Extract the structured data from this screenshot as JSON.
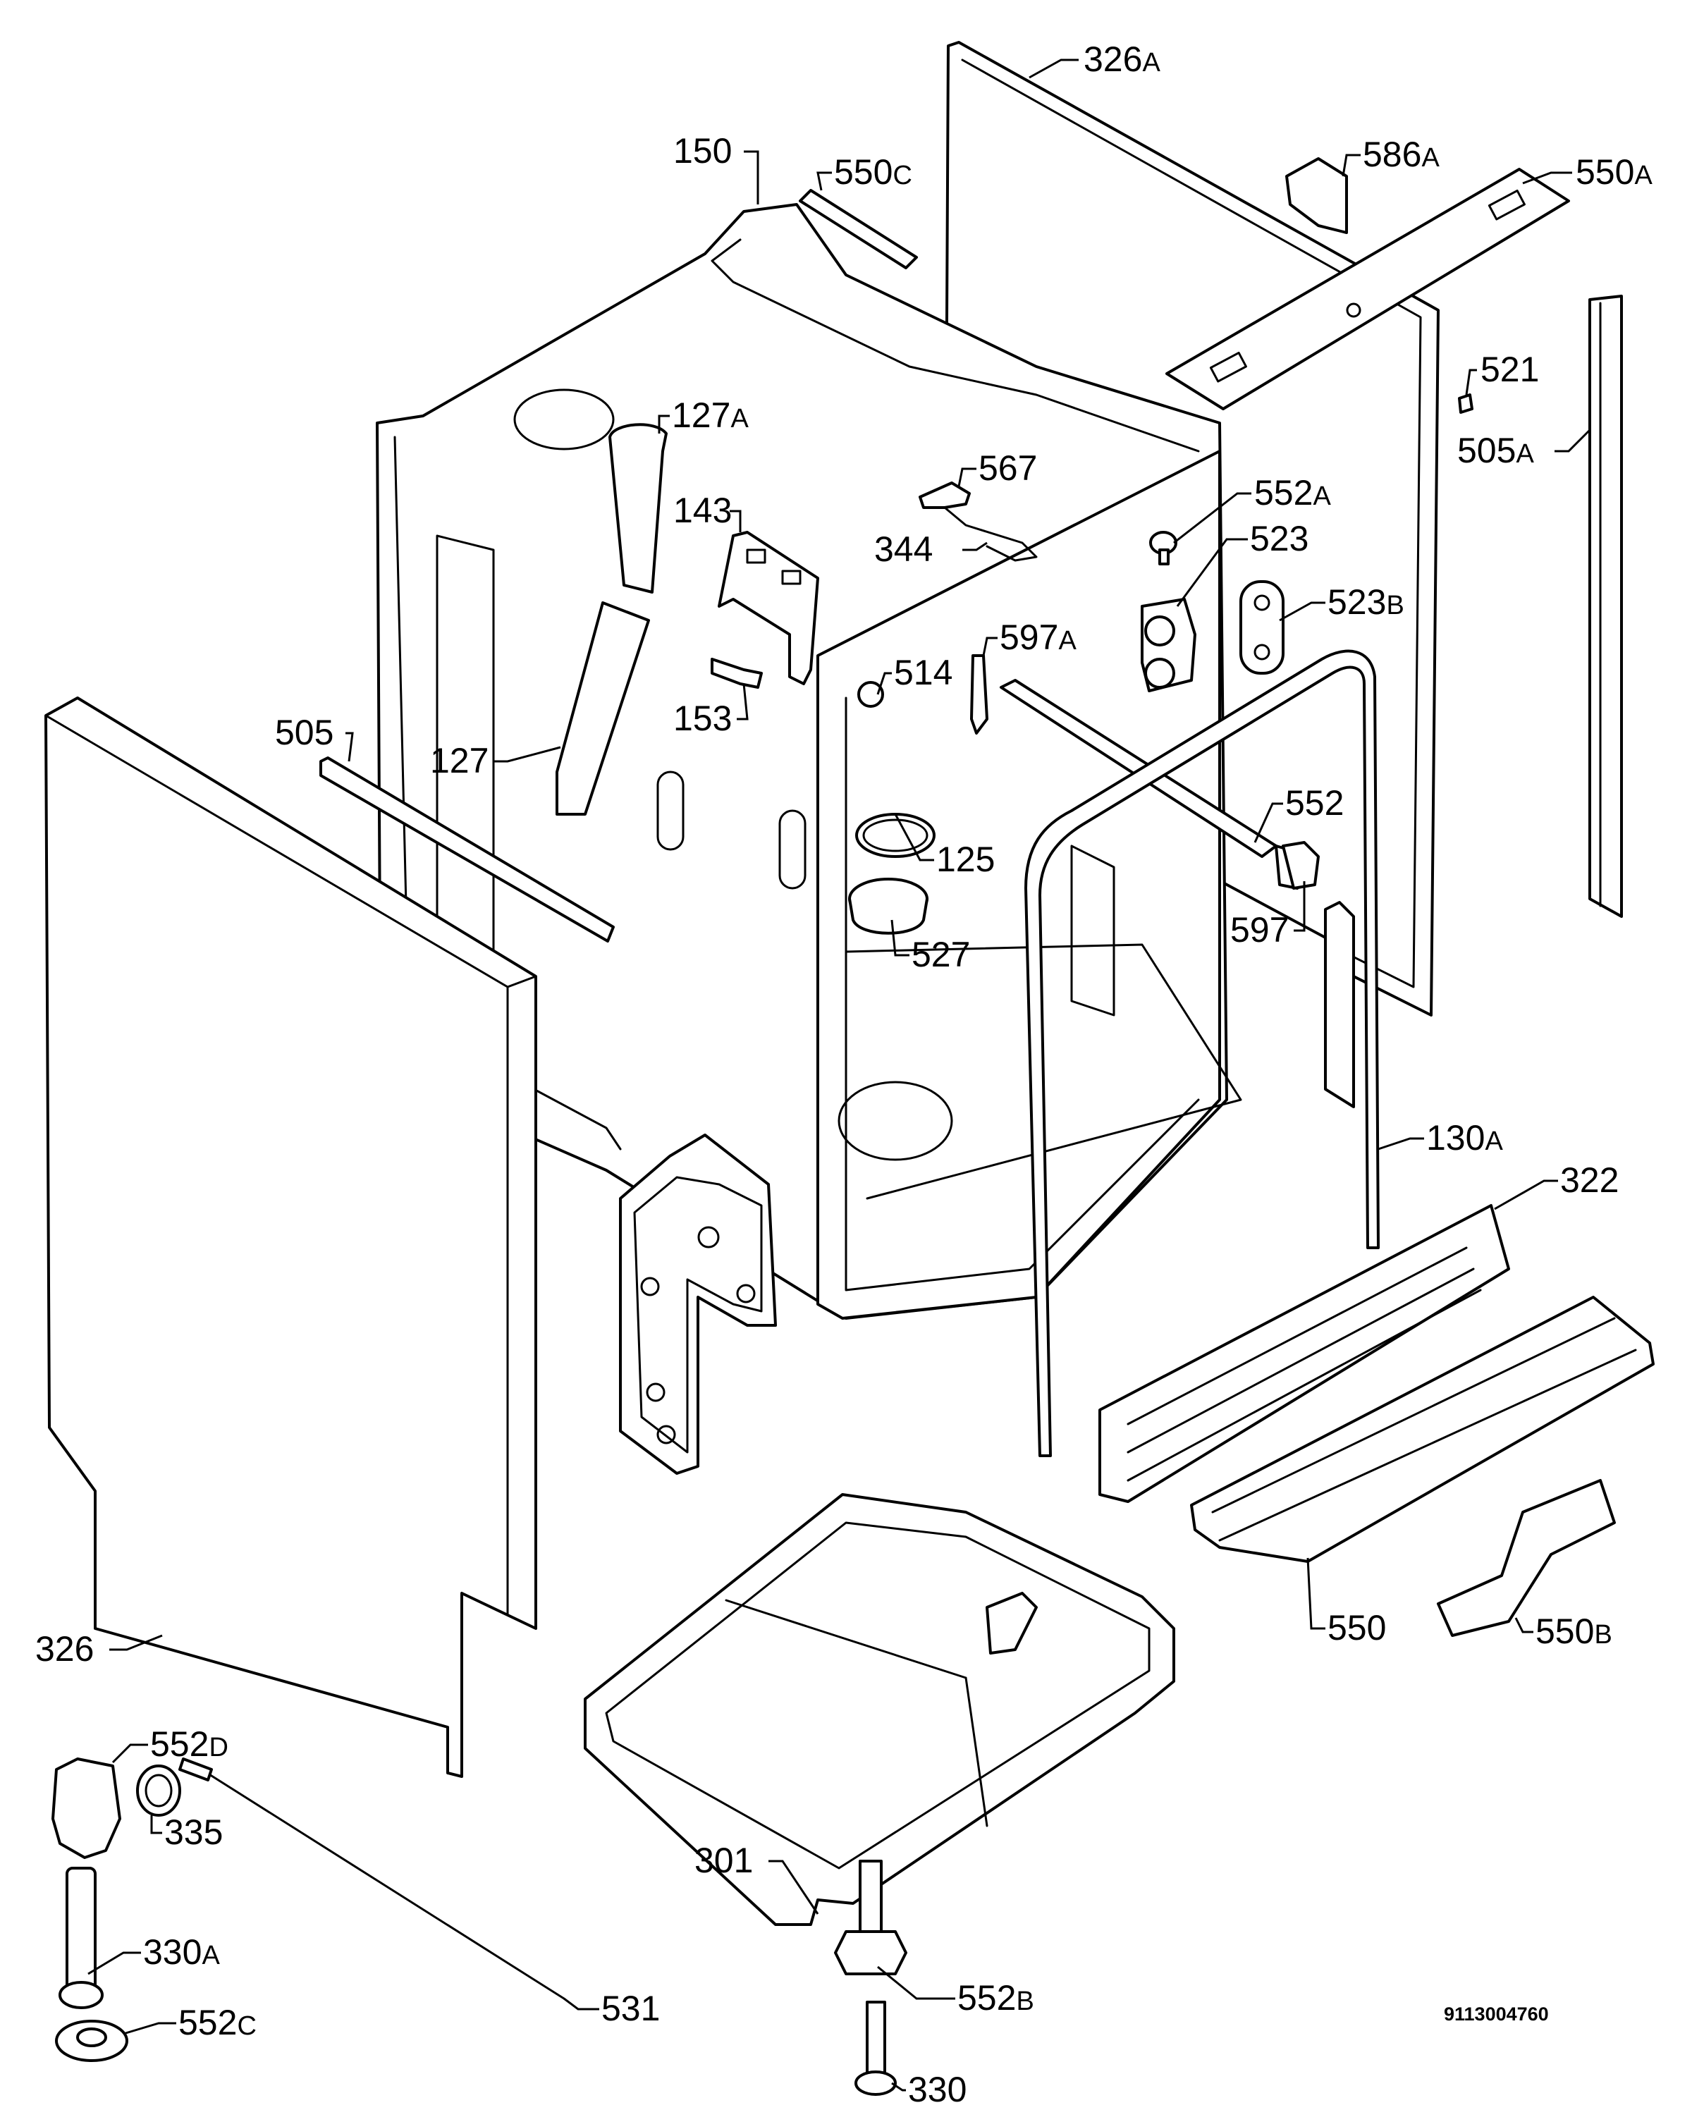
{
  "document_number": "9113004760",
  "callouts": [
    {
      "num": "326",
      "suffix": "A"
    },
    {
      "num": "150",
      "suffix": ""
    },
    {
      "num": "550",
      "suffix": "C"
    },
    {
      "num": "586",
      "suffix": "A"
    },
    {
      "num": "550",
      "suffix": "A"
    },
    {
      "num": "521",
      "suffix": ""
    },
    {
      "num": "505",
      "suffix": "A"
    },
    {
      "num": "127",
      "suffix": "A"
    },
    {
      "num": "567",
      "suffix": ""
    },
    {
      "num": "552",
      "suffix": "A"
    },
    {
      "num": "143",
      "suffix": ""
    },
    {
      "num": "344",
      "suffix": ""
    },
    {
      "num": "523",
      "suffix": ""
    },
    {
      "num": "523",
      "suffix": "B"
    },
    {
      "num": "597",
      "suffix": "A"
    },
    {
      "num": "514",
      "suffix": ""
    },
    {
      "num": "153",
      "suffix": ""
    },
    {
      "num": "505",
      "suffix": ""
    },
    {
      "num": "127",
      "suffix": ""
    },
    {
      "num": "552",
      "suffix": ""
    },
    {
      "num": "125",
      "suffix": ""
    },
    {
      "num": "597",
      "suffix": ""
    },
    {
      "num": "527",
      "suffix": ""
    },
    {
      "num": "130",
      "suffix": "A"
    },
    {
      "num": "322",
      "suffix": ""
    },
    {
      "num": "550",
      "suffix": ""
    },
    {
      "num": "550",
      "suffix": "B"
    },
    {
      "num": "326",
      "suffix": ""
    },
    {
      "num": "552",
      "suffix": "D"
    },
    {
      "num": "335",
      "suffix": ""
    },
    {
      "num": "301",
      "suffix": ""
    },
    {
      "num": "330",
      "suffix": "A"
    },
    {
      "num": "531",
      "suffix": ""
    },
    {
      "num": "552",
      "suffix": "C"
    },
    {
      "num": "552",
      "suffix": "B"
    },
    {
      "num": "330",
      "suffix": ""
    }
  ]
}
